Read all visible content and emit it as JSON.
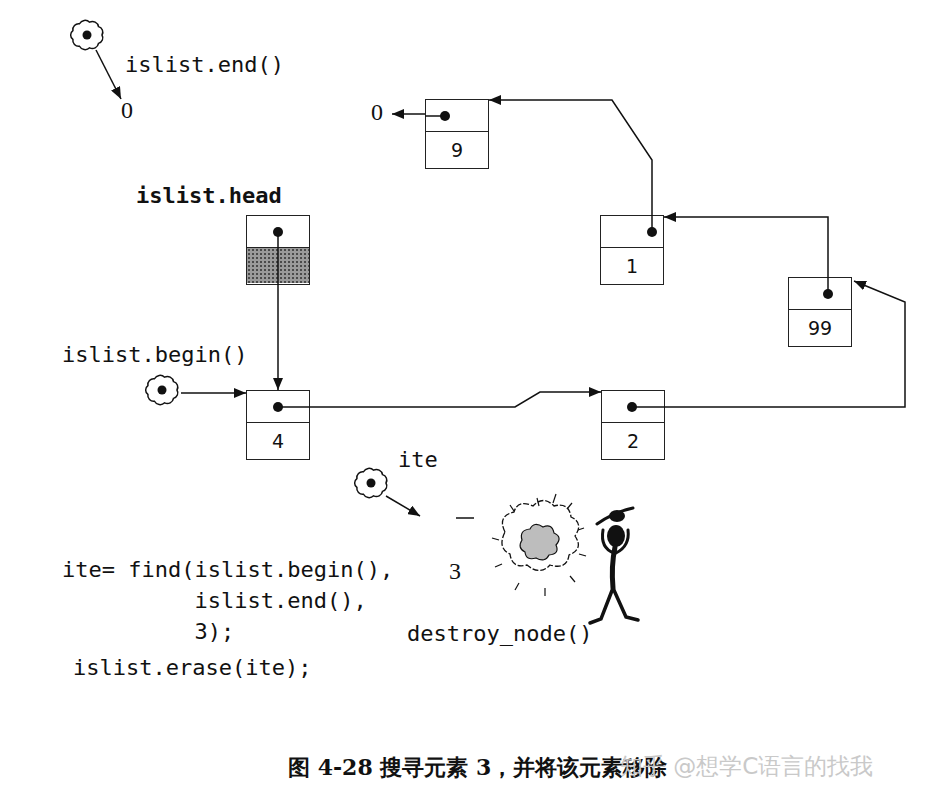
{
  "diagram": {
    "caption": "图 4-28 搜寻元素 3，并将该元素移除",
    "nodes": [
      {
        "text": [
          "islist.end()"
        ]
      },
      {
        "text": [
          "9"
        ]
      },
      {
        "text": [
          "islist.head"
        ]
      },
      {
        "text": [
          "1"
        ]
      },
      {
        "text": [
          "99"
        ]
      },
      {
        "text": [
          "islist.begin()"
        ]
      },
      {
        "text": [
          "4"
        ]
      },
      {
        "text": [
          "2"
        ]
      },
      {
        "text": [
          "ite"
        ]
      }
    ],
    "edges": [
      {
        "from": 2,
        "to": 6,
        "arrow": "to"
      },
      {
        "from": 6,
        "to": 7,
        "arrow": "to"
      },
      {
        "from": 7,
        "to": 4,
        "arrow": "to"
      },
      {
        "from": 4,
        "to": 3,
        "arrow": "to"
      },
      {
        "from": 3,
        "to": 1,
        "arrow": "to"
      },
      {
        "from": 5,
        "to": 6,
        "arrow": "to"
      }
    ],
    "labels": [
      "0",
      "0",
      "3",
      "destroy_node()",
      "ite= find(islist.begin(), islist.end(), 3);",
      "islist.erase(ite);",
      "知乎 @想学C语言的找我"
    ]
  }
}
